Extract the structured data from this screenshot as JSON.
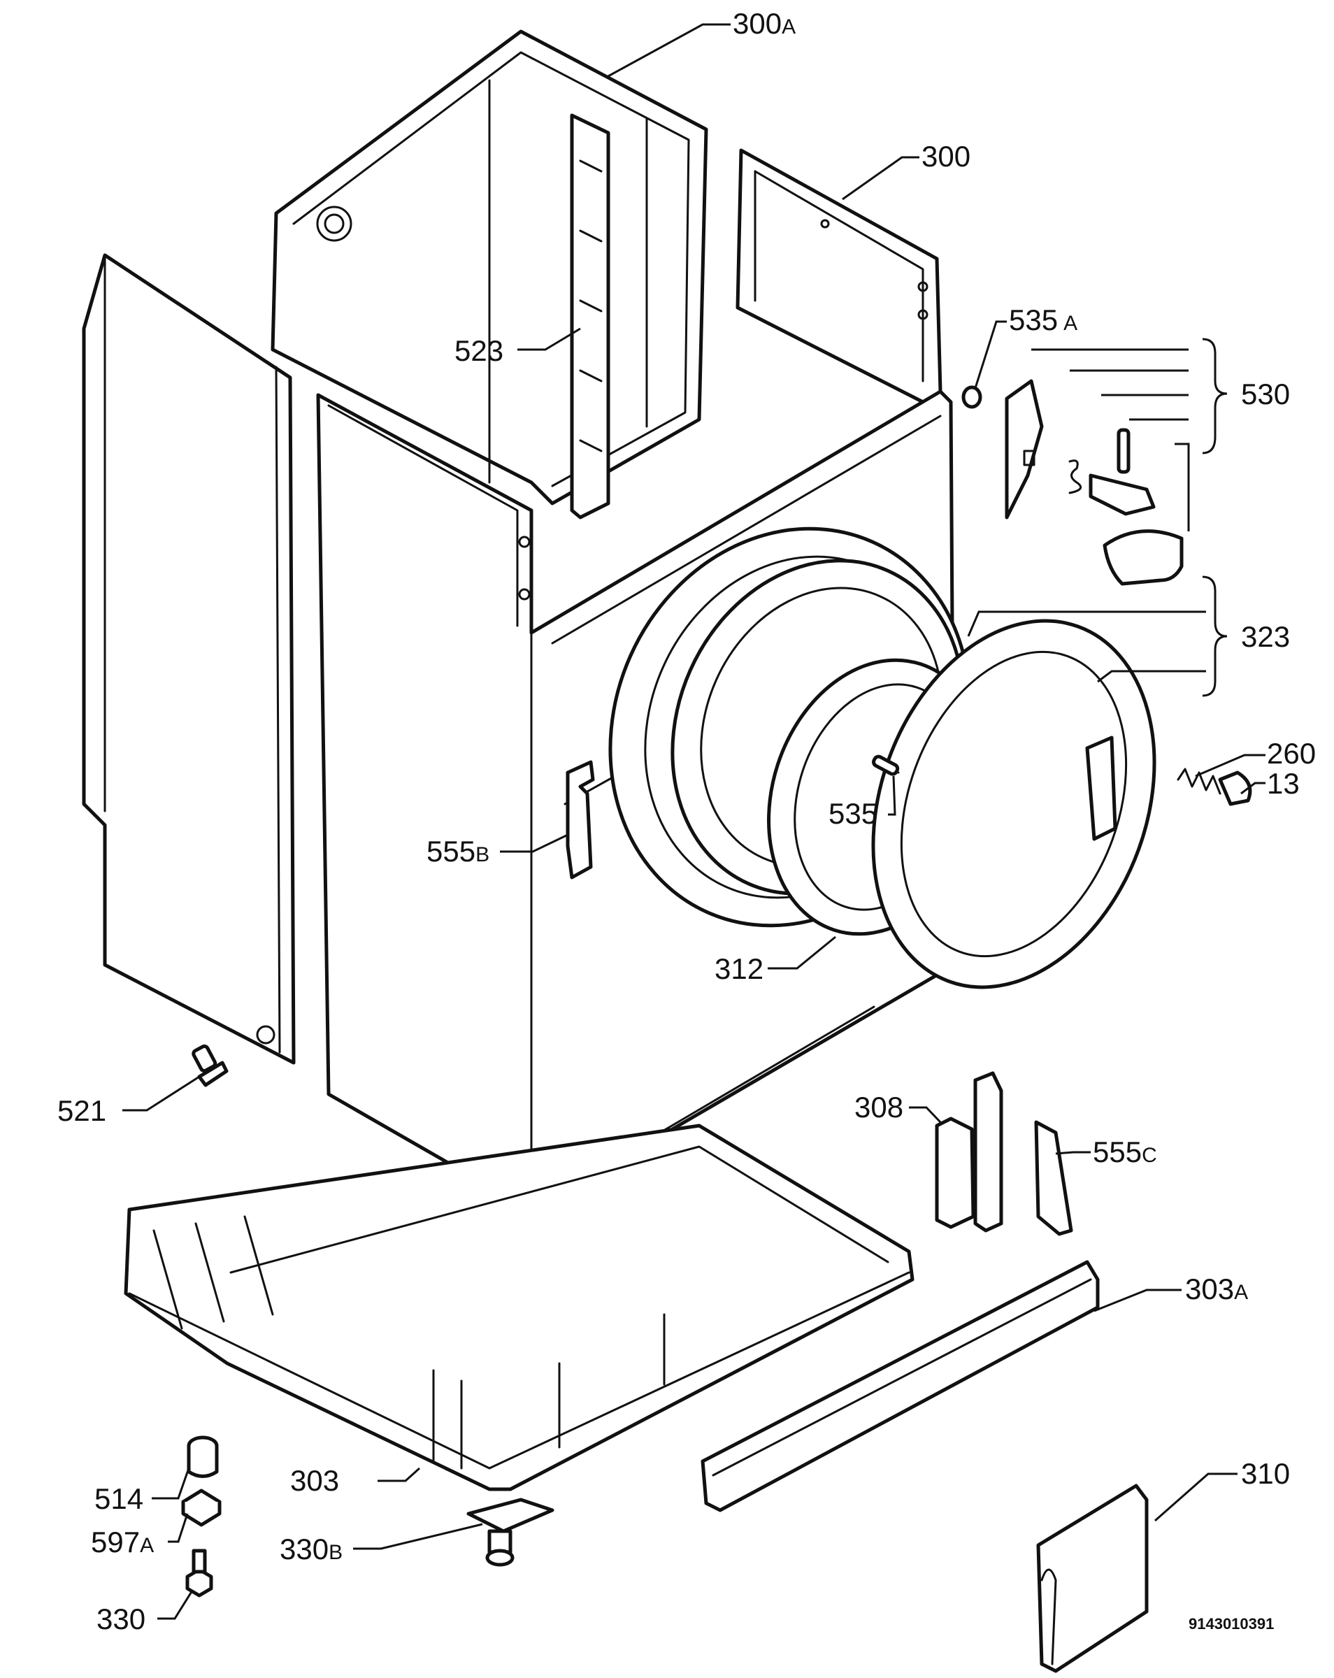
{
  "labels": {
    "p300a": {
      "num": "300",
      "suffix": "A"
    },
    "p300": {
      "num": "300",
      "suffix": ""
    },
    "p535a": {
      "num": "535",
      "suffix": "A"
    },
    "p530": {
      "num": "530",
      "suffix": ""
    },
    "p523": {
      "num": "523",
      "suffix": ""
    },
    "p323": {
      "num": "323",
      "suffix": ""
    },
    "p260": {
      "num": "260",
      "suffix": ""
    },
    "p13": {
      "num": "13",
      "suffix": ""
    },
    "p535": {
      "num": "535",
      "suffix": ""
    },
    "p555b": {
      "num": "555",
      "suffix": "B"
    },
    "p312": {
      "num": "312",
      "suffix": ""
    },
    "p521": {
      "num": "521",
      "suffix": ""
    },
    "p308": {
      "num": "308",
      "suffix": ""
    },
    "p555c": {
      "num": "555",
      "suffix": "C"
    },
    "p303a": {
      "num": "303",
      "suffix": "A"
    },
    "p310": {
      "num": "310",
      "suffix": ""
    },
    "p514": {
      "num": "514",
      "suffix": ""
    },
    "p303": {
      "num": "303",
      "suffix": ""
    },
    "p597a": {
      "num": "597",
      "suffix": "A"
    },
    "p330b": {
      "num": "330",
      "suffix": "B"
    },
    "p330": {
      "num": "330",
      "suffix": ""
    }
  },
  "document_number": "9143010391"
}
